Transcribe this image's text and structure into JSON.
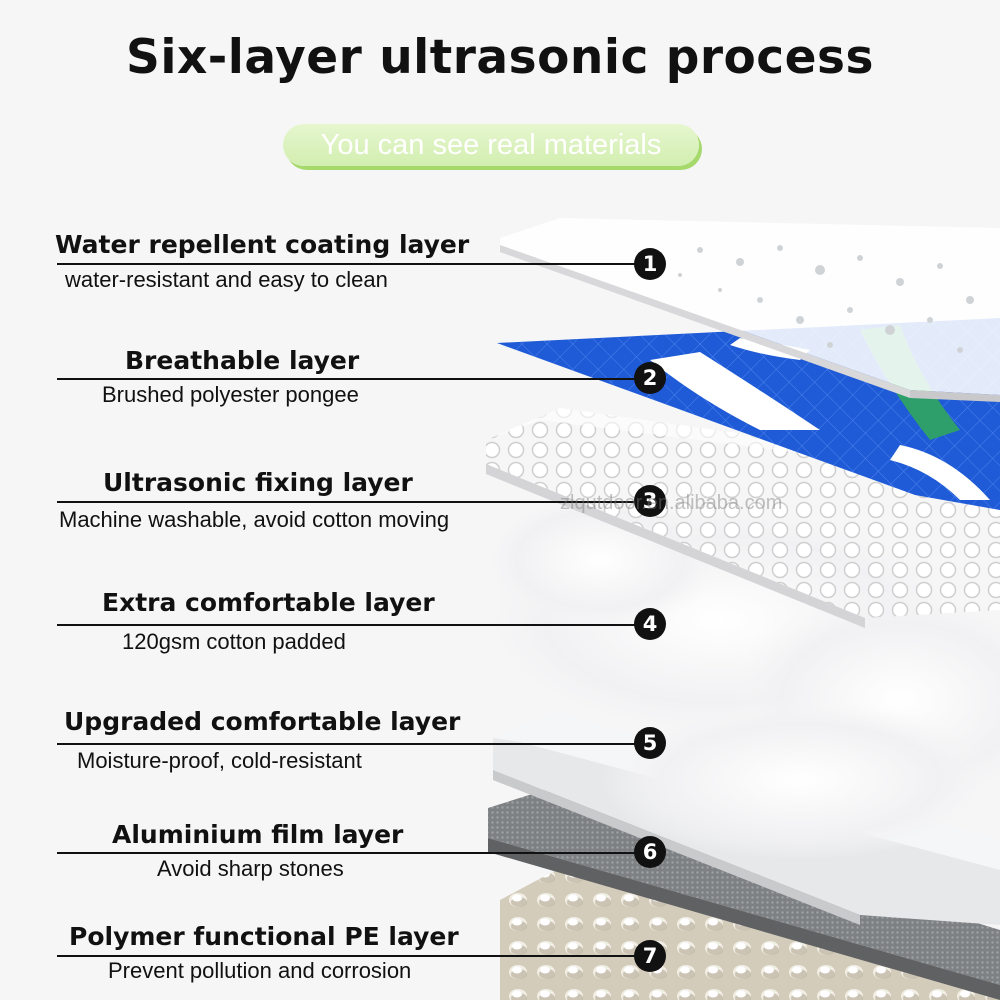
{
  "title": "Six-layer ultrasonic process",
  "subtitle": "You can see real materials",
  "watermark": "zlqutdoor.en.alibaba.com",
  "layers": [
    {
      "number": "1",
      "title": "Water repellent coating layer",
      "description": "water-resistant and easy to clean"
    },
    {
      "number": "2",
      "title": "Breathable layer",
      "description": "Brushed polyester pongee"
    },
    {
      "number": "3",
      "title": "Ultrasonic fixing layer",
      "description": "Machine washable, avoid cotton moving"
    },
    {
      "number": "4",
      "title": "Extra comfortable layer",
      "description": "120gsm cotton padded"
    },
    {
      "number": "5",
      "title": "Upgraded comfortable layer",
      "description": "Moisture-proof, cold-resistant"
    },
    {
      "number": "6",
      "title": "Aluminium film layer",
      "description": "Avoid sharp stones"
    },
    {
      "number": "7",
      "title": "Polymer functional PE layer",
      "description": "Prevent pollution and corrosion"
    }
  ],
  "colors": {
    "pongee_blue": "#1f5bd6",
    "pongee_green": "#2e9e6a",
    "aluminium_grey": "#8a8c8e",
    "pe_beige": "#cfc6b4",
    "pill_green": "#a6d96c"
  }
}
